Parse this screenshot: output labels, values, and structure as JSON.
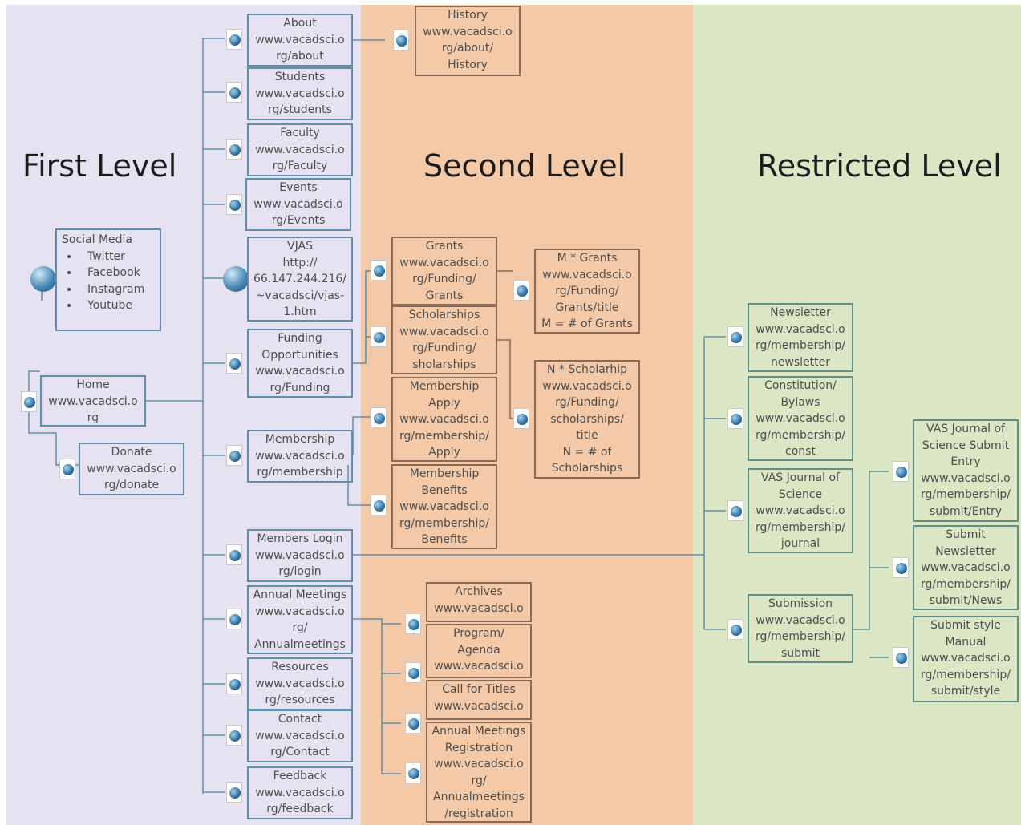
{
  "levels": {
    "first": {
      "title": "First Level",
      "color": "#e6e2f1"
    },
    "second": {
      "title": "Second Level",
      "color": "#f4c9a8"
    },
    "restricted": {
      "title": "Restricted Level",
      "color": "#dbe6c5"
    }
  },
  "nodes": {
    "social": {
      "heading": "Social Media",
      "items": [
        "Twitter",
        "Facebook",
        "Instagram",
        "Youtube"
      ]
    },
    "home": "Home\nwww.vacadsci.o\nrg",
    "donate": "Donate\nwww.vacadsci.o\nrg/donate",
    "about": "About\nwww.vacadsci.o\nrg/about",
    "students": "Students\nwww.vacadsci.o\nrg/students",
    "faculty": "Faculty\nwww.vacadsci.o\nrg/Faculty",
    "events": "Events\nwww.vacadsci.o\nrg/Events",
    "vjas": "VJAS\nhttp://\n66.147.244.216/\n~vacadsci/vjas-\n1.htm",
    "funding": "Funding\nOpportunities\nwww.vacadsci.o\nrg/Funding",
    "membership": "Membership\nwww.vacadsci.o\nrg/membership",
    "members_login": "Members Login\nwww.vacadsci.o\nrg/login",
    "annual_meetings": "Annual Meetings\nwww.vacadsci.o\nrg/\nAnnualmeetings",
    "resources": "Resources\nwww.vacadsci.o\nrg/resources",
    "contact": "Contact\nwww.vacadsci.o\nrg/Contact",
    "feedback": "Feedback\nwww.vacadsci.o\nrg/feedback",
    "history": "History\nwww.vacadsci.o\nrg/about/\nHistory",
    "grants": "Grants\nwww.vacadsci.o\nrg/Funding/\nGrants",
    "scholarships": "Scholarships\nwww.vacadsci.o\nrg/Funding/\nsholarships",
    "membership_apply": "Membership\nApply\nwww.vacadsci.o\nrg/membership/\nApply",
    "membership_benefits": "Membership\nBenefits\nwww.vacadsci.o\nrg/membership/\nBenefits",
    "m_grants": "M * Grants\nwww.vacadsci.o\nrg/Funding/\nGrants/title\nM = # of Grants",
    "n_scholarships": "N * Scholarhip\nwww.vacadsci.o\nrg/Funding/\nscholarships/\ntitle\nN = # of\nScholarships",
    "archives": "Archives\nwww.vacadsci.o",
    "program_agenda": "Program/\nAgenda\nwww.vacadsci.o",
    "call_for_titles": "Call for Titles\nwww.vacadsci.o",
    "am_registration": "Annual Meetings\nRegistration\nwww.vacadsci.o\nrg/\nAnnualmeetings\n/registration",
    "newsletter": "Newsletter\nwww.vacadsci.o\nrg/membership/\nnewsletter",
    "constitution": "Constitution/\nBylaws\nwww.vacadsci.o\nrg/membership/\nconst",
    "vas_journal": "VAS Journal of\nScience\nwww.vacadsci.o\nrg/membership/\njournal",
    "submission": "Submission\nwww.vacadsci.o\nrg/membership/\nsubmit",
    "submit_entry": "VAS Journal of\nScience Submit\nEntry\nwww.vacadsci.o\nrg/membership/\nsubmit/Entry",
    "submit_newsletter": "Submit\nNewsletter\nwww.vacadsci.o\nrg/membership/\nsubmit/News",
    "submit_style": "Submit style\nManual\nwww.vacadsci.o\nrg/membership/\nsubmit/style"
  }
}
